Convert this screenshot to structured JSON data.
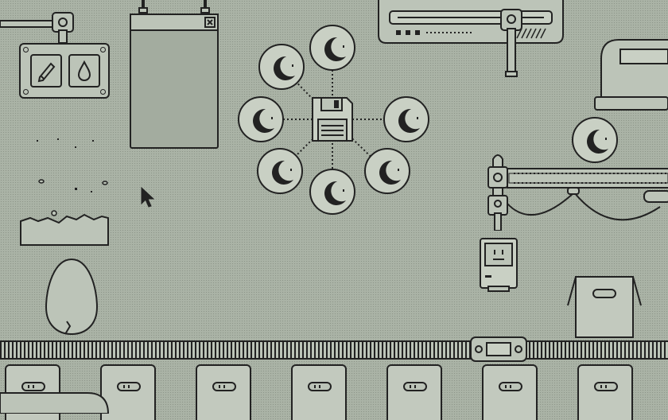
{
  "scene": {
    "palette": {
      "background": "#aab3a6",
      "panel": "#bcc4b8",
      "ink": "#222222",
      "coin_face": "#c9d0c4"
    },
    "tool_panel": {
      "tools": [
        {
          "name": "pencil",
          "icon": "pencil-icon"
        },
        {
          "name": "water-drop",
          "icon": "water-drop-icon"
        }
      ]
    },
    "hanging_window": {
      "close_icon": "close-icon"
    },
    "save_cluster": {
      "center_icon": "floppy-disk-icon",
      "orbit_coin_icon": "crescent-moon-icon",
      "orbit_coin_count": 7
    },
    "top_machine": {
      "indicator_count": 3
    },
    "side_coin": {
      "icon": "crescent-moon-icon"
    },
    "computer_character": {
      "icon": "computer-face-icon"
    },
    "bottom_bins": {
      "count": 7
    },
    "mouse_cursor": {
      "icon": "arrow-cursor-icon"
    }
  }
}
